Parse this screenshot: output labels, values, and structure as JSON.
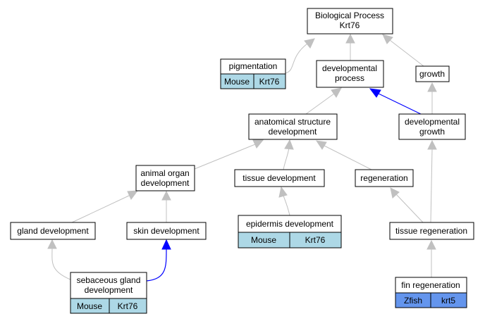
{
  "nodes": {
    "root": [
      "Biological Process",
      "Krt76"
    ],
    "pigmentation": [
      "pigmentation"
    ],
    "developmental_process": [
      "developmental",
      "process"
    ],
    "growth": [
      "growth"
    ],
    "anatomical_structure_development": [
      "anatomical structure",
      "development"
    ],
    "developmental_growth": [
      "developmental",
      "growth"
    ],
    "animal_organ_development": [
      "animal organ",
      "development"
    ],
    "tissue_development": [
      "tissue development"
    ],
    "regeneration": [
      "regeneration"
    ],
    "gland_development": [
      "gland development"
    ],
    "skin_development": [
      "skin development"
    ],
    "epidermis_development": [
      "epidermis development"
    ],
    "tissue_regeneration": [
      "tissue regeneration"
    ],
    "sebaceous_gland_development": [
      "sebaceous gland",
      "development"
    ],
    "fin_regeneration": [
      "fin regeneration"
    ]
  },
  "annotations": {
    "pigmentation": [
      "Mouse",
      "Krt76"
    ],
    "epidermis_development": [
      "Mouse",
      "Krt76"
    ],
    "sebaceous_gland_development": [
      "Mouse",
      "Krt76"
    ],
    "fin_regeneration": [
      "Zfish",
      "krt5"
    ]
  },
  "colors": {
    "mouse_tag": "#add8e6",
    "zfish_tag": "#6495ed",
    "edge_gray": "#c0c0c0",
    "edge_blue": "#0000ff"
  }
}
